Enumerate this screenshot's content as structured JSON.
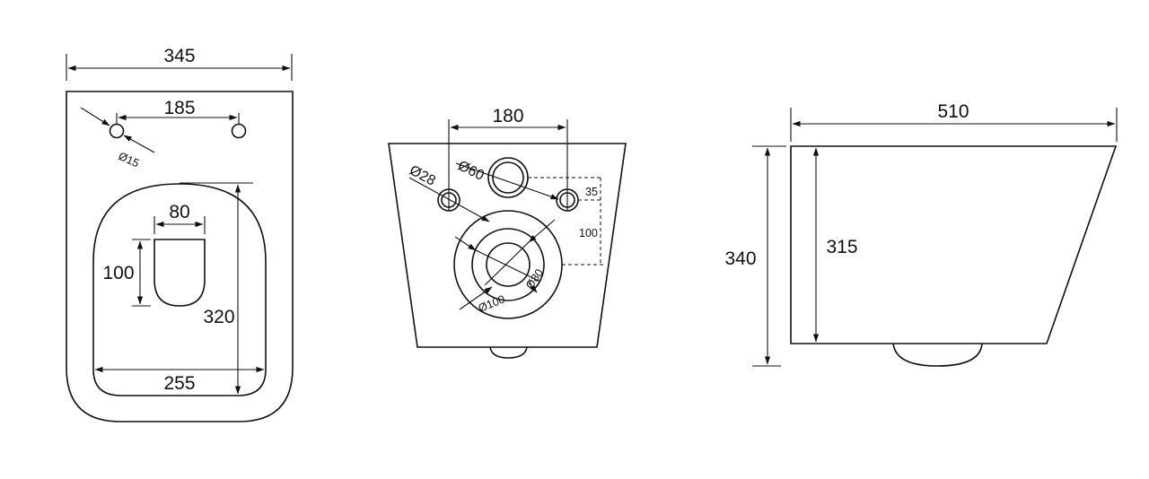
{
  "top_view": {
    "overall_width": "345",
    "hole_spacing": "185",
    "hole_diameter": "Ø15",
    "opening_width": "80",
    "opening_depth": "100",
    "bowl_length": "320",
    "bowl_width": "255"
  },
  "rear_view": {
    "bolt_spacing": "180",
    "bolt_hole_diameter": "Ø28",
    "inlet_diameter": "Ø60",
    "inlet_offset": "35",
    "outlet_offset": "100",
    "outlet_outer_diameter": "Ø100",
    "outlet_inner_diameter": "Ø80"
  },
  "side_view": {
    "length": "510",
    "overall_height": "340",
    "body_height": "315"
  },
  "colors": {
    "line": "#111111",
    "background": "#ffffff"
  }
}
